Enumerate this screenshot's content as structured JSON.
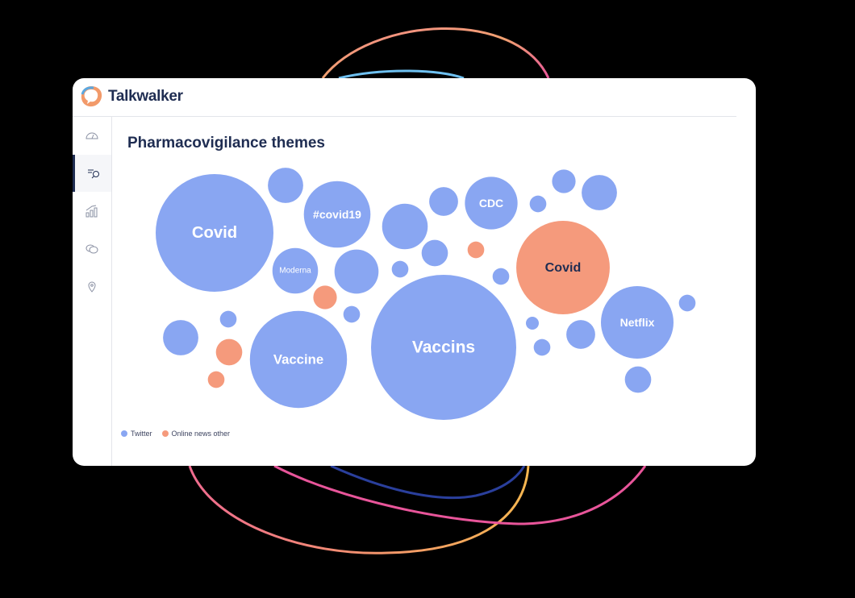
{
  "app": {
    "brand": "Talkwalker"
  },
  "sidebar": {
    "items": [
      {
        "name": "dashboard",
        "icon": "gauge-icon"
      },
      {
        "name": "search",
        "icon": "search-list-icon",
        "active": true
      },
      {
        "name": "analytics",
        "icon": "bar-chart-icon"
      },
      {
        "name": "conversations",
        "icon": "chat-bubbles-icon"
      },
      {
        "name": "location",
        "icon": "map-pin-icon"
      }
    ]
  },
  "colors": {
    "twitter": "#89a6f2",
    "news": "#f59a7c",
    "navy": "#1f2d52"
  },
  "chart_data": {
    "type": "bubble",
    "title": "Pharmacovigilance themes",
    "legend": [
      {
        "name": "Twitter",
        "color": "#89a6f2"
      },
      {
        "name": "Online news other",
        "color": "#f59a7c"
      }
    ],
    "bubbles": [
      {
        "label": "Covid",
        "series": "Twitter",
        "size": 100
      },
      {
        "label": "",
        "series": "Twitter",
        "size": 9
      },
      {
        "label": "#covid19",
        "series": "Twitter",
        "size": 32
      },
      {
        "label": "Moderna",
        "series": "Twitter",
        "size": 15
      },
      {
        "label": "",
        "series": "Twitter",
        "size": 14
      },
      {
        "label": "",
        "series": "Online news other",
        "size": 4
      },
      {
        "label": "",
        "series": "Twitter",
        "size": 2
      },
      {
        "label": "",
        "series": "Twitter",
        "size": 15
      },
      {
        "label": "",
        "series": "Twitter",
        "size": 6
      },
      {
        "label": "",
        "series": "Twitter",
        "size": 5
      },
      {
        "label": "",
        "series": "Twitter",
        "size": 2
      },
      {
        "label": "CDC",
        "series": "Twitter",
        "size": 20
      },
      {
        "label": "",
        "series": "Online news other",
        "size": 2
      },
      {
        "label": "",
        "series": "Twitter",
        "size": 2
      },
      {
        "label": "Covid",
        "series": "Online news other",
        "size": 63
      },
      {
        "label": "",
        "series": "Twitter",
        "size": 4
      },
      {
        "label": "",
        "series": "Twitter",
        "size": 9
      },
      {
        "label": "",
        "series": "Twitter",
        "size": 2
      },
      {
        "label": "Netflix",
        "series": "Twitter",
        "size": 38
      },
      {
        "label": "",
        "series": "Twitter",
        "size": 2
      },
      {
        "label": "",
        "series": "Twitter",
        "size": 1
      },
      {
        "label": "",
        "series": "Twitter",
        "size": 6
      },
      {
        "label": "",
        "series": "Twitter",
        "size": 2
      },
      {
        "label": "",
        "series": "Twitter",
        "size": 5
      },
      {
        "label": "Vaccins",
        "series": "Twitter",
        "size": 152
      },
      {
        "label": "Vaccine",
        "series": "Twitter",
        "size": 68
      },
      {
        "label": "",
        "series": "Twitter",
        "size": 9
      },
      {
        "label": "",
        "series": "Twitter",
        "size": 2
      },
      {
        "label": "",
        "series": "Online news other",
        "size": 5
      },
      {
        "label": "",
        "series": "Online news other",
        "size": 2
      }
    ]
  }
}
